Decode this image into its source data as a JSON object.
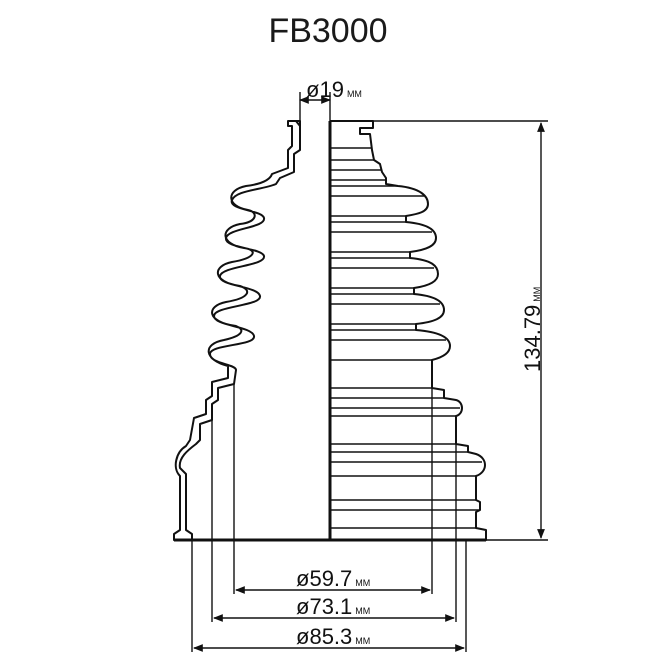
{
  "title": "FB3000",
  "unit": "MM",
  "colors": {
    "ink": "#111111",
    "background": "#ffffff"
  },
  "dimensions": {
    "top_diameter": {
      "symbol": "ø",
      "value": "19"
    },
    "height": {
      "value": "134.79"
    },
    "diameter_1": {
      "symbol": "ø",
      "value": "59.7"
    },
    "diameter_2": {
      "symbol": "ø",
      "value": "73.1"
    },
    "diameter_3": {
      "symbol": "ø",
      "value": "85.3"
    }
  }
}
